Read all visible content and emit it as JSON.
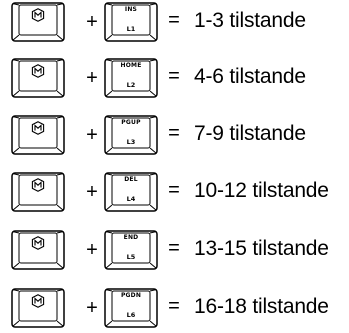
{
  "rows": [
    {
      "fn_key": {
        "icon": "logo-icon"
      },
      "key": {
        "top": "INS",
        "bottom": "L1"
      },
      "plus": "+",
      "equals": "=",
      "result": "1-3 tilstande"
    },
    {
      "fn_key": {
        "icon": "logo-icon"
      },
      "key": {
        "top": "HOME",
        "bottom": "L2"
      },
      "plus": "+",
      "equals": "=",
      "result": "4-6 tilstande"
    },
    {
      "fn_key": {
        "icon": "logo-icon"
      },
      "key": {
        "top": "PGUP",
        "bottom": "L3"
      },
      "plus": "+",
      "equals": "=",
      "result": "7-9 tilstande"
    },
    {
      "fn_key": {
        "icon": "logo-icon"
      },
      "key": {
        "top": "DEL",
        "bottom": "L4"
      },
      "plus": "+",
      "equals": "=",
      "result": "10-12 tilstande"
    },
    {
      "fn_key": {
        "icon": "logo-icon"
      },
      "key": {
        "top": "END",
        "bottom": "L5"
      },
      "plus": "+",
      "equals": "=",
      "result": "13-15 tilstande"
    },
    {
      "fn_key": {
        "icon": "logo-icon"
      },
      "key": {
        "top": "PGDN",
        "bottom": "L6"
      },
      "plus": "+",
      "equals": "=",
      "result": "16-18 tilstande"
    }
  ]
}
